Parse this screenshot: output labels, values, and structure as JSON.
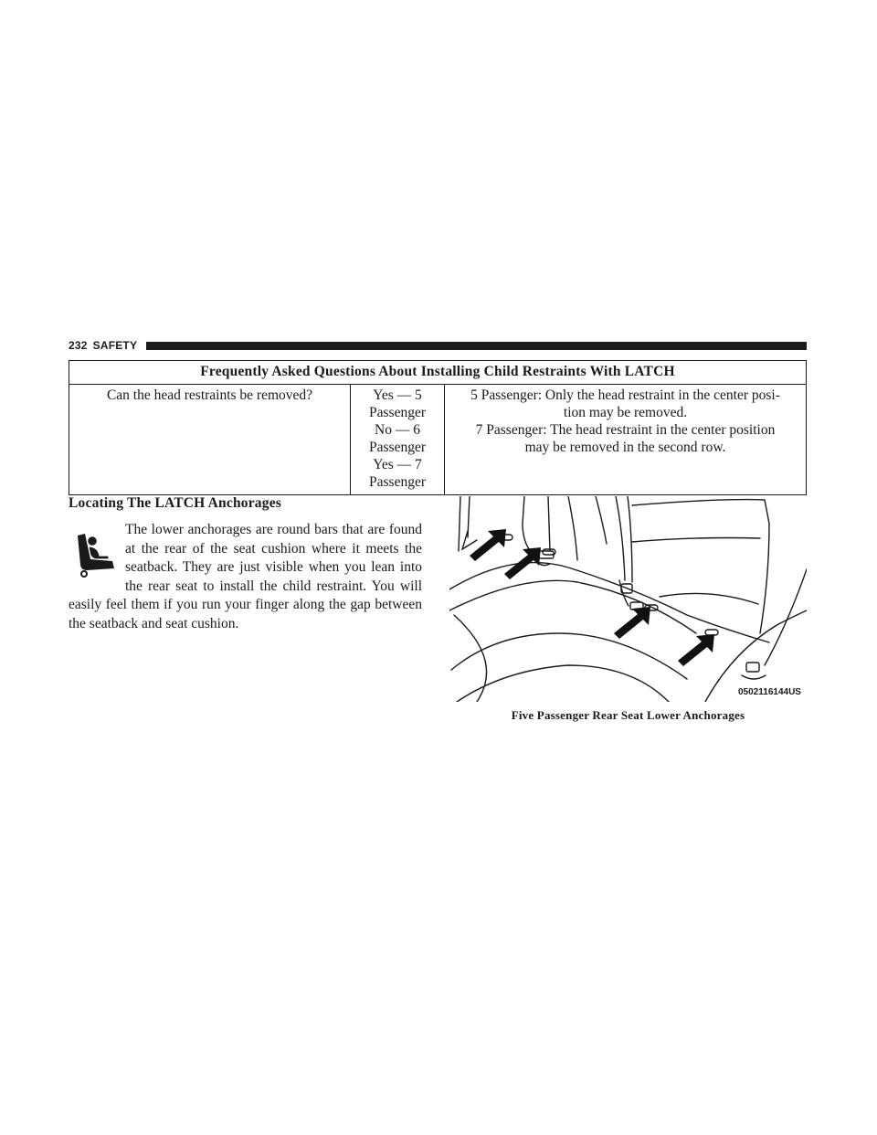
{
  "header": {
    "page_number": "232",
    "section": "SAFETY"
  },
  "faq_table": {
    "title": "Frequently Asked Questions About Installing Child Restraints With LATCH",
    "row": {
      "question": "Can the head restraints be removed?",
      "answers": [
        "Yes — 5",
        "Passenger",
        "No — 6",
        "Passenger",
        "Yes — 7",
        "Passenger"
      ],
      "notes": [
        "5 Passenger: Only the head restraint in the center posi-",
        "tion may be removed.",
        "7 Passenger: The head restraint in the center position",
        "may be removed in the second row."
      ]
    }
  },
  "section": {
    "heading": "Locating The LATCH Anchorages",
    "icon": "child-seat-icon",
    "text_first": "The lower anchorages are round bars that are found at the rear of the seat cushion where it meets the seatback. They are just visible when you lean into the rear seat to install the child restraint. You will easily feel them if you run your finger along the gap between the seatback and seat cushion."
  },
  "figure": {
    "id": "0502116144US",
    "caption": "Five Passenger Rear Seat Lower Anchorages",
    "arrow_color": "#111111"
  }
}
